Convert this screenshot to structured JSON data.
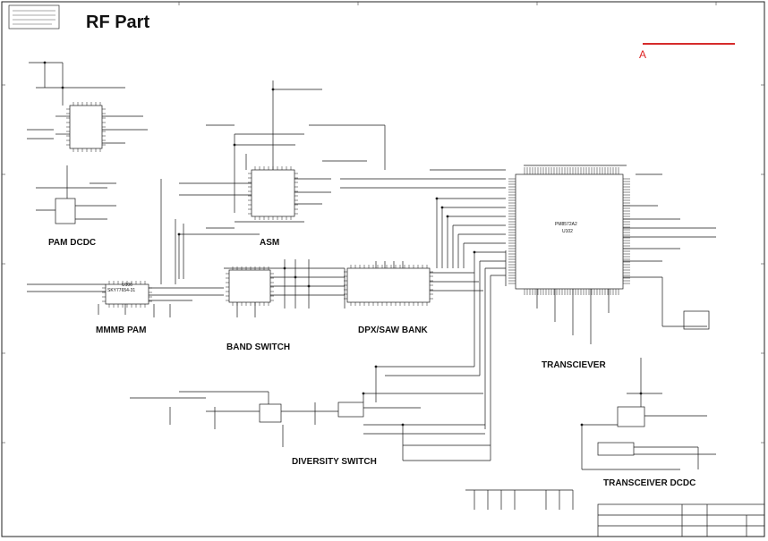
{
  "page": {
    "title": "RF Part"
  },
  "blocks": {
    "pam_dcdc": "PAM DCDC",
    "asm": "ASM",
    "mmmb_pam": "MMMB PAM",
    "band_switch": "BAND SWITCH",
    "dpx_saw_bank": "DPX/SAW BANK",
    "transciever": "TRANSCIEVER",
    "diversity_switch": "DIVERSITY SWITCH",
    "transceiver_dcdc": "TRANSCEIVER DCDC"
  },
  "chips": {
    "pam_part": "SKY77654-31",
    "pam_ref": "U106",
    "transceiver_part": "PM8572A2",
    "transceiver_ref": "U102"
  },
  "revision_mark": "A",
  "colors": {
    "line": "#1a1a1a",
    "accent": "#d62b2b",
    "background": "#ffffff"
  }
}
